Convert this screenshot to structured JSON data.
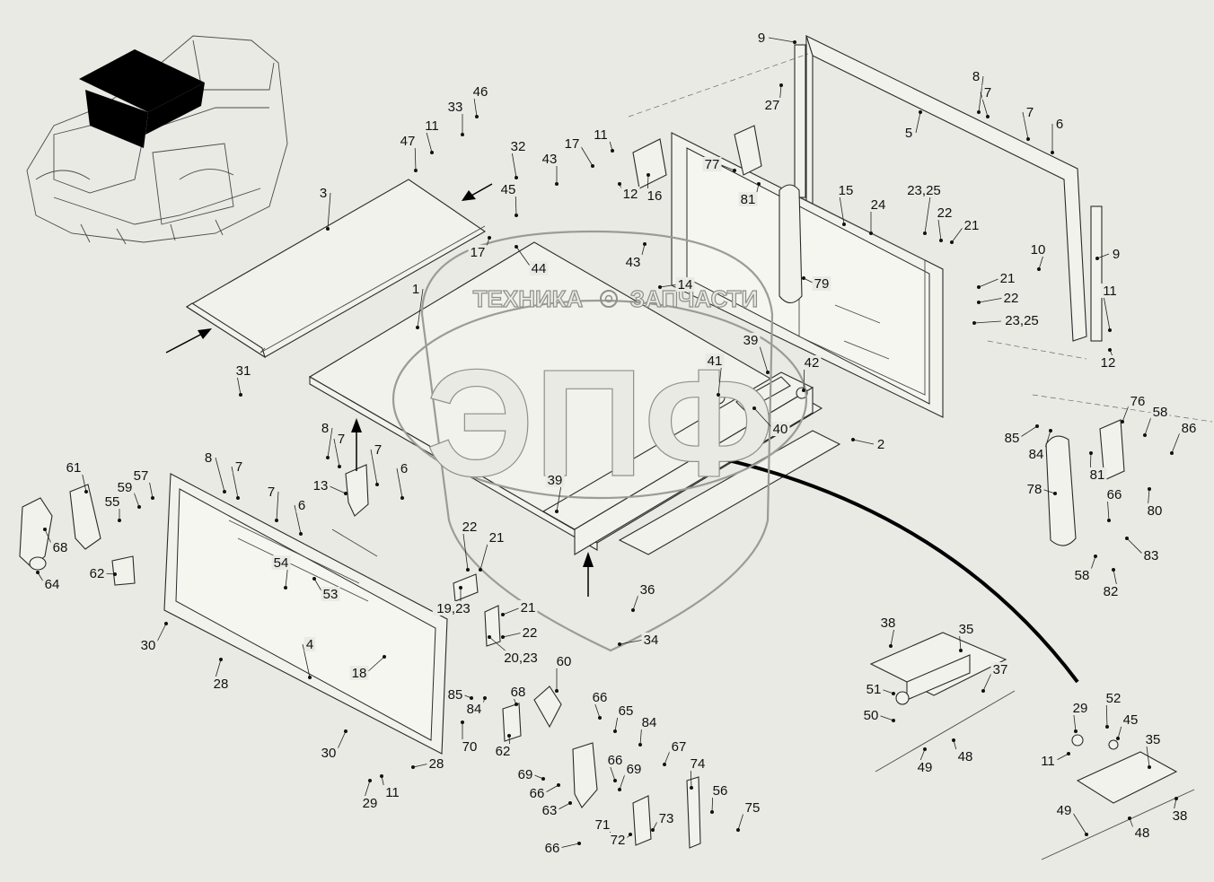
{
  "watermark": {
    "upper_text_left": "ТЕХНИКА",
    "upper_text_right": "ЗАПЧАСТИ",
    "big_text": "ЭПФ",
    "gear_icon": "gear-icon"
  },
  "callouts": [
    "1",
    "2",
    "3",
    "4",
    "5",
    "6",
    "7",
    "8",
    "9",
    "10",
    "11",
    "12",
    "13",
    "14",
    "15",
    "16",
    "17",
    "18",
    "19,23",
    "20,23",
    "21",
    "22",
    "23,25",
    "24",
    "27",
    "28",
    "29",
    "30",
    "31",
    "32",
    "33",
    "34",
    "35",
    "36",
    "37",
    "38",
    "39",
    "40",
    "41",
    "42",
    "43",
    "44",
    "45",
    "46",
    "47",
    "48",
    "49",
    "50",
    "51",
    "52",
    "53",
    "54",
    "55",
    "56",
    "57",
    "58",
    "59",
    "60",
    "61",
    "62",
    "63",
    "64",
    "65",
    "66",
    "67",
    "68",
    "69",
    "70",
    "71",
    "72",
    "73",
    "74",
    "75",
    "76",
    "77",
    "78",
    "79",
    "80",
    "81",
    "82",
    "83",
    "84",
    "85",
    "86"
  ]
}
